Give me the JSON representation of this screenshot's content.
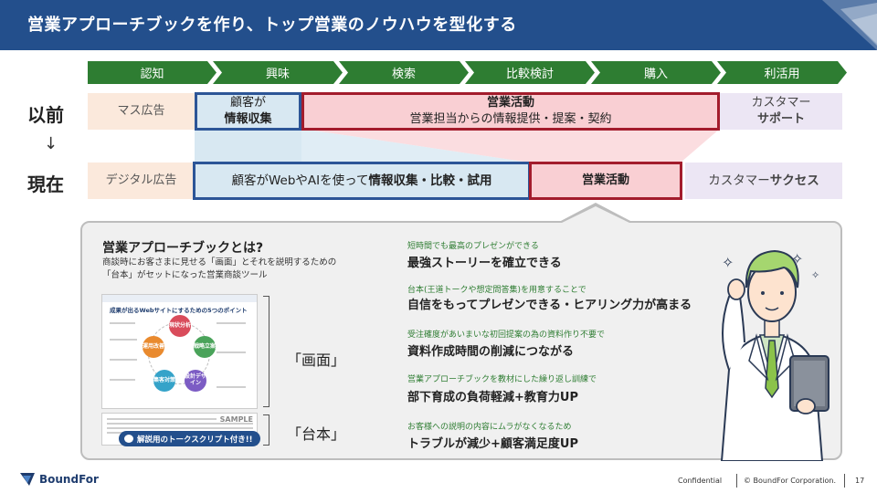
{
  "header": {
    "title": "営業アプローチブックを作り、トップ営業のノウハウを型化する"
  },
  "stages": [
    "認知",
    "興味",
    "検索",
    "比較検討",
    "購入",
    "利活用"
  ],
  "before": {
    "label": "以前",
    "arrow": "↓",
    "mass_ad": "マス広告",
    "customer_info_line1": "顧客が",
    "customer_info_line2": "情報収集",
    "sales_title": "営業活動",
    "sales_sub": "営業担当からの情報提供・提案・契約",
    "support_line1": "カスタマー",
    "support_line2": "サポート"
  },
  "after": {
    "label": "現在",
    "digital_ad": "デジタル広告",
    "customer_research_pre": "顧客がWebやAIを使って",
    "customer_research_bold": "情報収集・比較・試用",
    "sales": "営業活動",
    "success_pre": "カスタマー",
    "success_bold": "サクセス"
  },
  "book": {
    "title": "営業アプローチブックとは?",
    "desc_line1": "商談時にお客さまに見せる「画面」とそれを説明するための",
    "desc_line2": "「台本」がセットになった営業商談ツール",
    "thumb_title": "成果が出るWebサイトにするための5つのポイント",
    "thumb_circles": [
      "現状分析",
      "戦略立案",
      "設計デザイン",
      "集客対策",
      "運用改善"
    ],
    "sample": "SAMPLE",
    "script_badge": "解説用のトークスクリプト付き!!",
    "screen_label": "「画面」",
    "script_label": "「台本」"
  },
  "benefits": [
    {
      "sub": "短時間でも最高のプレゼンができる",
      "main": "最強ストーリーを確立できる"
    },
    {
      "sub": "台本(王道トークや想定問答集)を用意することで",
      "main": "自信をもってプレゼンできる・ヒアリング力が高まる"
    },
    {
      "sub": "受注確度があいまいな初回提案の為の資料作り不要で",
      "main": "資料作成時間の削減につながる"
    },
    {
      "sub": "営業アプローチブックを教材にした繰り返し訓練で",
      "main": "部下育成の負荷軽減+教育力UP"
    },
    {
      "sub": "お客様への説明の内容にムラがなくなるため",
      "main": "トラブルが減少+顧客満足度UP"
    }
  ],
  "footer": {
    "logo": "BoundFor",
    "confidential": "Confidential",
    "copyright": "© BoundFor Corporation.",
    "page": "17"
  },
  "colors": {
    "header": "#234f8c",
    "stage": "#2e7d32",
    "blue_border": "#2c5597",
    "red_border": "#a31c2c"
  }
}
